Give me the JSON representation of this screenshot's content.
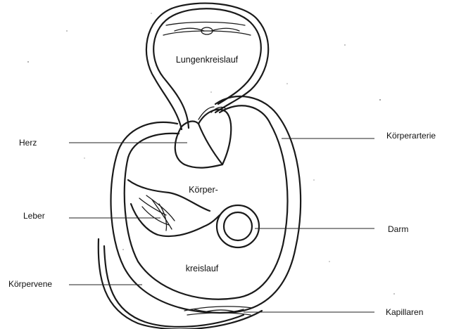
{
  "diagram": {
    "inner_labels": {
      "lung": "Lungenkreislauf",
      "body_top": "Körper-",
      "body_bottom": "kreislauf"
    },
    "callouts": {
      "heart": "Herz",
      "liver": "Leber",
      "body_vein": "Körpervene",
      "body_artery": "Körperarterie",
      "intestine": "Darm",
      "capillaries": "Kapillaren"
    }
  }
}
